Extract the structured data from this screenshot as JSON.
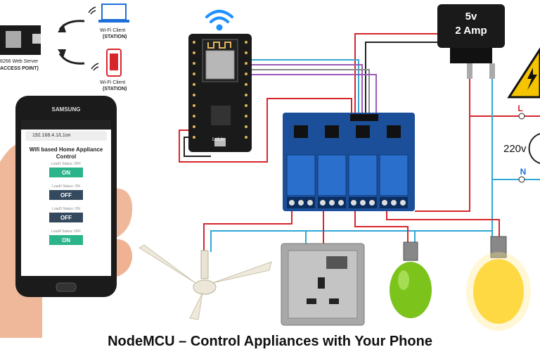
{
  "caption": "NodeMCU – Control Appliances with Your Phone",
  "power_supply": {
    "voltage": "5v",
    "current": "2 Amp"
  },
  "mains": {
    "live": "L",
    "neutral": "N",
    "voltage": "220v"
  },
  "network": {
    "server": "8266 Web Server",
    "access_point": "ACCESS POINT)",
    "client1_line1": "Wi-Fi Client",
    "client1_line2": "(STATION)",
    "client2_line1": "Wi-Fi Client",
    "client2_line2": "(STATION)"
  },
  "board": {
    "label": "LoLin"
  },
  "phone": {
    "brand": "SAMSUNG",
    "url": "192.168.4.1/L1on",
    "title": "Wifi based Home Appliance Control",
    "loads": [
      {
        "status": "Load1 Status: OFF",
        "button": "ON"
      },
      {
        "status": "Load2 Status: ON",
        "button": "OFF"
      },
      {
        "status": "Load3 Status: ON",
        "button": "OFF"
      },
      {
        "status": "Load4 Status: OFF",
        "button": "ON"
      }
    ]
  },
  "colors": {
    "relay_board": "#1c4f99",
    "relay": "#2a6fcc",
    "wire_red": "#d7262b",
    "wire_cyan": "#2fa8d8",
    "bulb_green": "#7cc31c",
    "bulb_yellow": "#ffd21e"
  }
}
